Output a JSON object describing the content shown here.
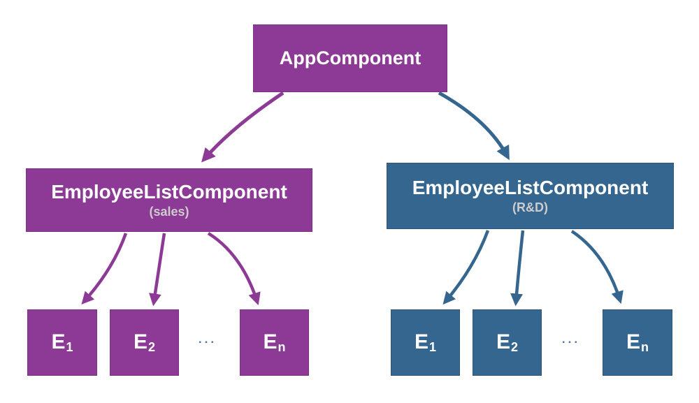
{
  "diagram": {
    "root": {
      "label": "AppComponent"
    },
    "groups": [
      {
        "id": "sales",
        "title": "EmployeeListComponent",
        "subtitle": "(sales)",
        "color": "#8c3a96",
        "ellipsis": "...",
        "children": [
          {
            "base": "E",
            "sub": "1"
          },
          {
            "base": "E",
            "sub": "2"
          },
          {
            "base": "E",
            "sub": "n"
          }
        ]
      },
      {
        "id": "rnd",
        "title": "EmployeeListComponent",
        "subtitle": "(R&D)",
        "color": "#35668f",
        "ellipsis": "...",
        "children": [
          {
            "base": "E",
            "sub": "1"
          },
          {
            "base": "E",
            "sub": "2"
          },
          {
            "base": "E",
            "sub": "n"
          }
        ]
      }
    ],
    "colors": {
      "purple": "#8c3a96",
      "purple_dark": "#7c2f86",
      "blue": "#35668f",
      "blue_dark": "#2b5578",
      "box_text": "#ffffff",
      "subtitle_text": "#cccccc",
      "ellipsis_text": "#4a76a8",
      "background": "#ffffff"
    }
  }
}
